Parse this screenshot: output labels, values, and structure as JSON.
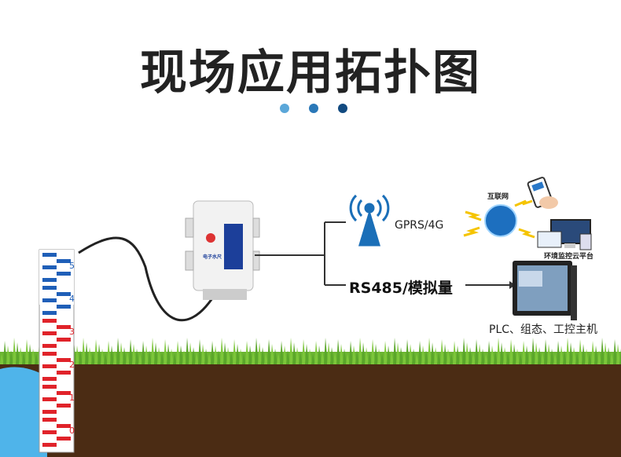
{
  "title": "现场应用拓扑图",
  "dots": [
    "#5ba7d9",
    "#2a78b8",
    "#124a80"
  ],
  "device": {
    "brand": "电子水尺"
  },
  "wireless": {
    "label": "GPRS/4G"
  },
  "wired": {
    "label": "RS485/模拟量"
  },
  "cloud": {
    "internet_label": "互联网",
    "platform_label": "环境监控云平台"
  },
  "host": {
    "label": "PLC、组态、工控主机"
  },
  "gauge": {
    "marks": [
      "5",
      "4",
      "3",
      "2",
      "1",
      "0"
    ]
  },
  "colors": {
    "soil": "#4b2c14",
    "grass": "#5aa62a",
    "water": "#4fb4ea",
    "line": "#333333"
  }
}
